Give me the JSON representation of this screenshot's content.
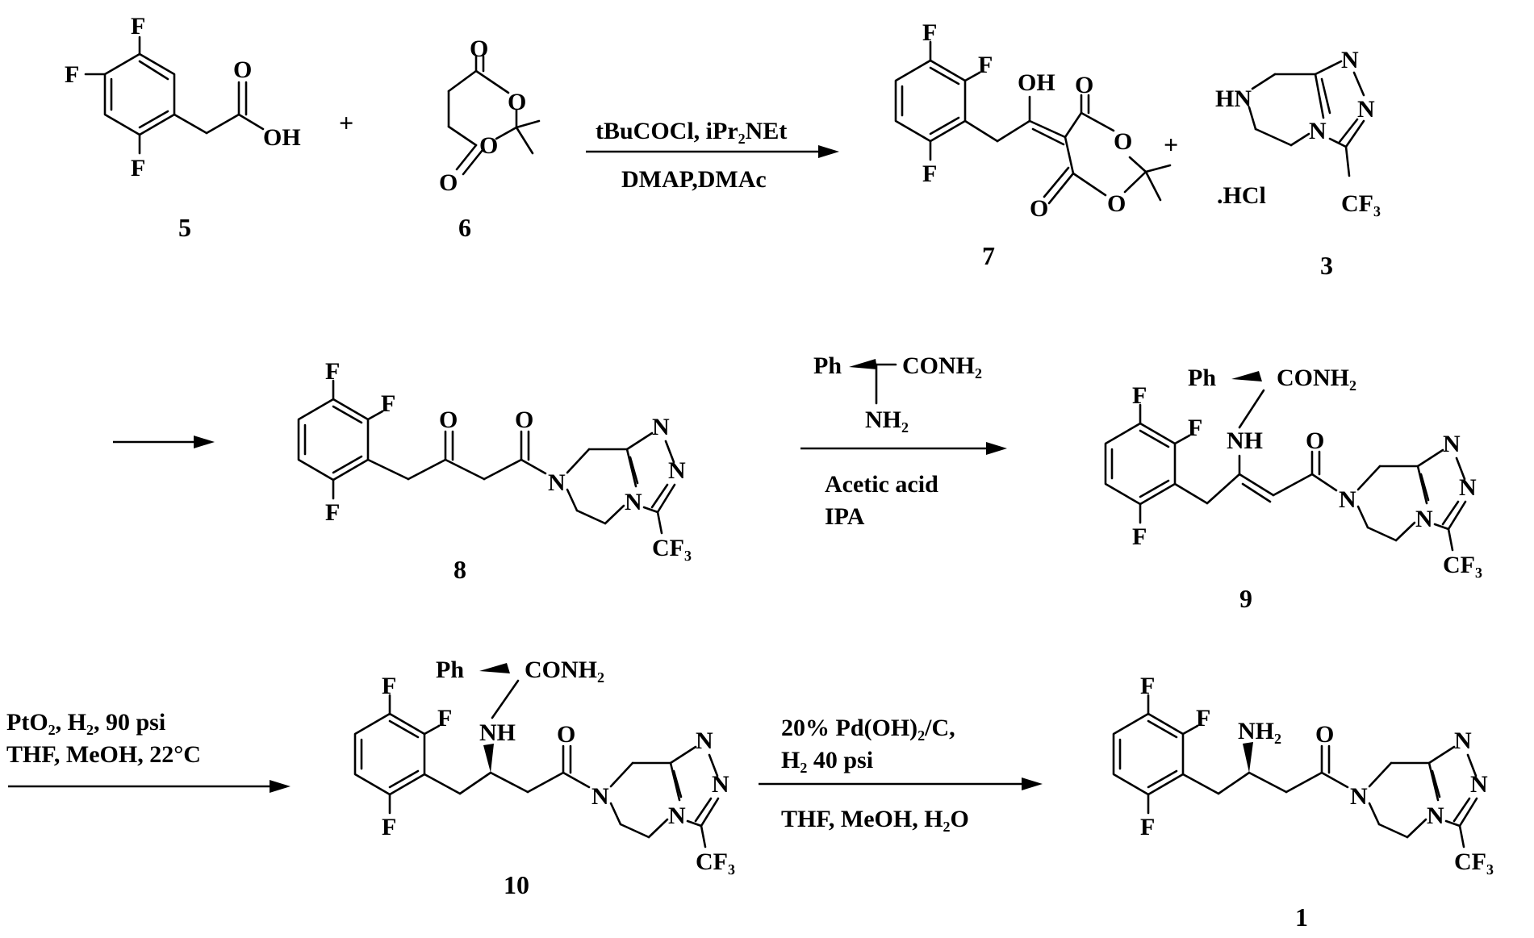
{
  "atoms": {
    "F": "F",
    "O": "O",
    "OH": "OH",
    "N": "N",
    "HN": "HN",
    "NH": "NH",
    "HCl": ".HCl",
    "Ph": "Ph"
  },
  "compounds": {
    "c5": "5",
    "c6": "6",
    "c7": "7",
    "c3": "3",
    "c8": "8",
    "c9": "9",
    "c10": "10",
    "c1": "1"
  },
  "plus_sign": "+",
  "reactions": {
    "step1": {
      "line1": "tBuCOCl, iPr₂NEt",
      "line2": "DMAP,DMAc"
    },
    "step3": {
      "line1": "Acetic acid",
      "line2": "IPA"
    },
    "step4": {
      "line1": "PtO₂, H₂, 90 psi",
      "line2": "THF, MeOH, 22°C"
    },
    "step5": {
      "line1": "20% Pd(OH)₂/C,",
      "line2": "H₂ 40 psi",
      "line3": "THF, MeOH, H₂O"
    }
  },
  "groups": {
    "cf3": "CF₃",
    "conh2": "CONH₂",
    "nh2": "NH₂"
  }
}
